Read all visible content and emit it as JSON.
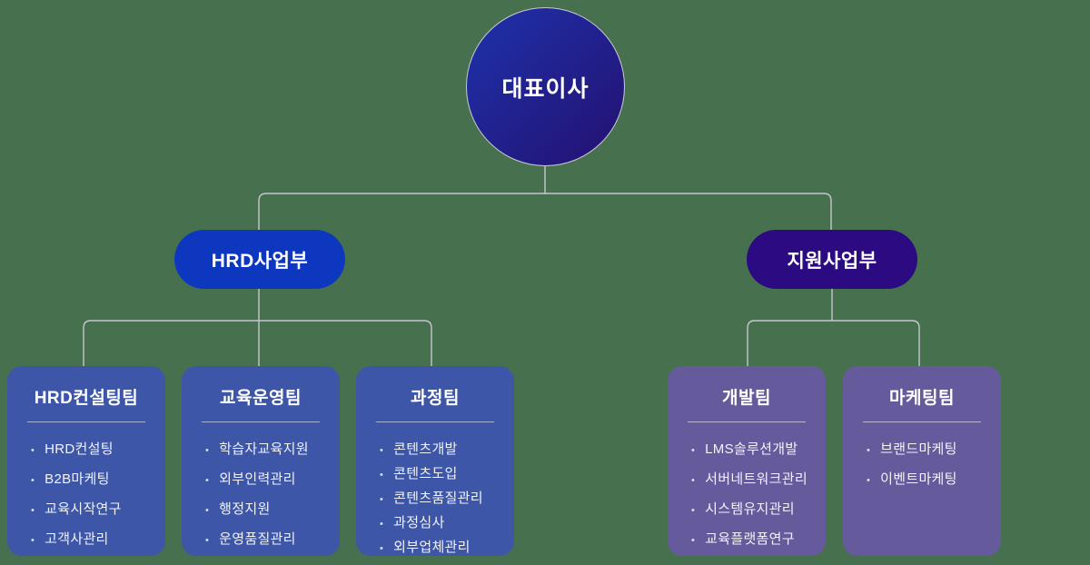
{
  "root": {
    "label": "대표이사"
  },
  "divisions": [
    {
      "label": "HRD사업부",
      "teams": [
        {
          "title": "HRD컨설팅팀",
          "items": [
            "HRD컨설팅",
            "B2B마케팅",
            "교육시작연구",
            "고객사관리"
          ]
        },
        {
          "title": "교육운영팀",
          "items": [
            "학습자교육지원",
            "외부인력관리",
            "행정지원",
            "운영품질관리"
          ]
        },
        {
          "title": "과정팀",
          "items": [
            "콘텐츠개발",
            "콘텐츠도입",
            "콘텐츠품질관리",
            "과정심사",
            "외부업체관리"
          ]
        }
      ]
    },
    {
      "label": "지원사업부",
      "teams": [
        {
          "title": "개발팀",
          "items": [
            "LMS솔루션개발",
            "서버네트워크관리",
            "시스템유지관리",
            "교육플랫폼연구"
          ]
        },
        {
          "title": "마케팅팀",
          "items": [
            "브랜드마케팅",
            "이벤트마케팅"
          ]
        }
      ]
    }
  ],
  "colors": {
    "background": "#47714E",
    "connector": "#c6c5ce",
    "ceo_grad_start": "#1e32ab",
    "ceo_grad_end": "#241070",
    "node_border": "#c9c9d3",
    "pill_hrd": "#0e37c0",
    "pill_support": "#2c0a81",
    "box_left": "#3d56a7",
    "box_right": "#655b9c",
    "text": "#ffffff"
  }
}
